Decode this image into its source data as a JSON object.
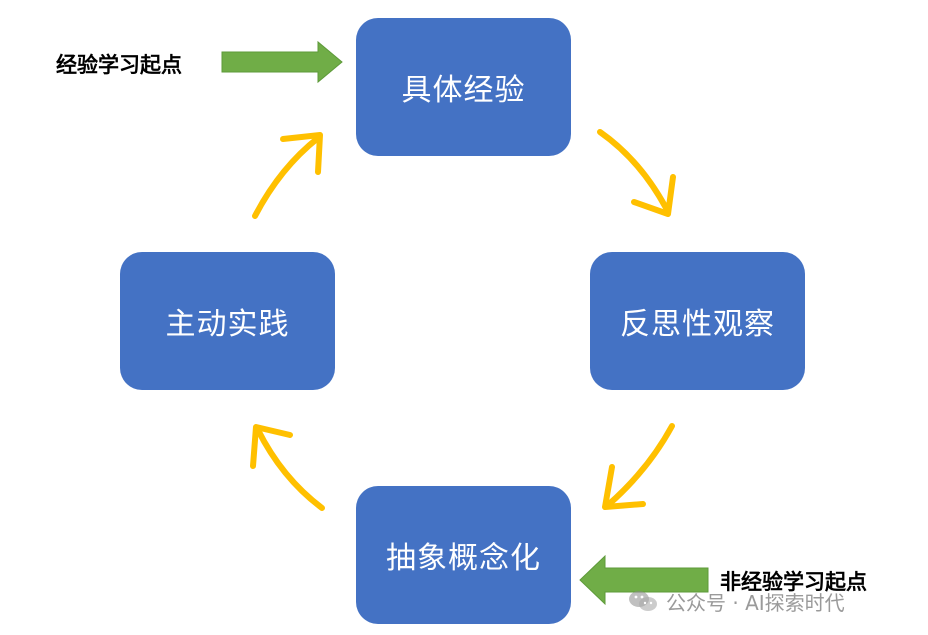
{
  "diagram": {
    "nodes": {
      "top": "具体经验",
      "right": "反思性观察",
      "bottom": "抽象概念化",
      "left": "主动实践"
    },
    "start_labels": {
      "experiential": "经验学习起点",
      "non_experiential": "非经验学习起点"
    },
    "colors": {
      "box": "#4472C4",
      "cycle_arrow": "#FFC000",
      "start_arrow": "#70AD47"
    }
  },
  "watermark": {
    "icon": "wechat-icon",
    "text": "公众号 · AI探索时代"
  }
}
